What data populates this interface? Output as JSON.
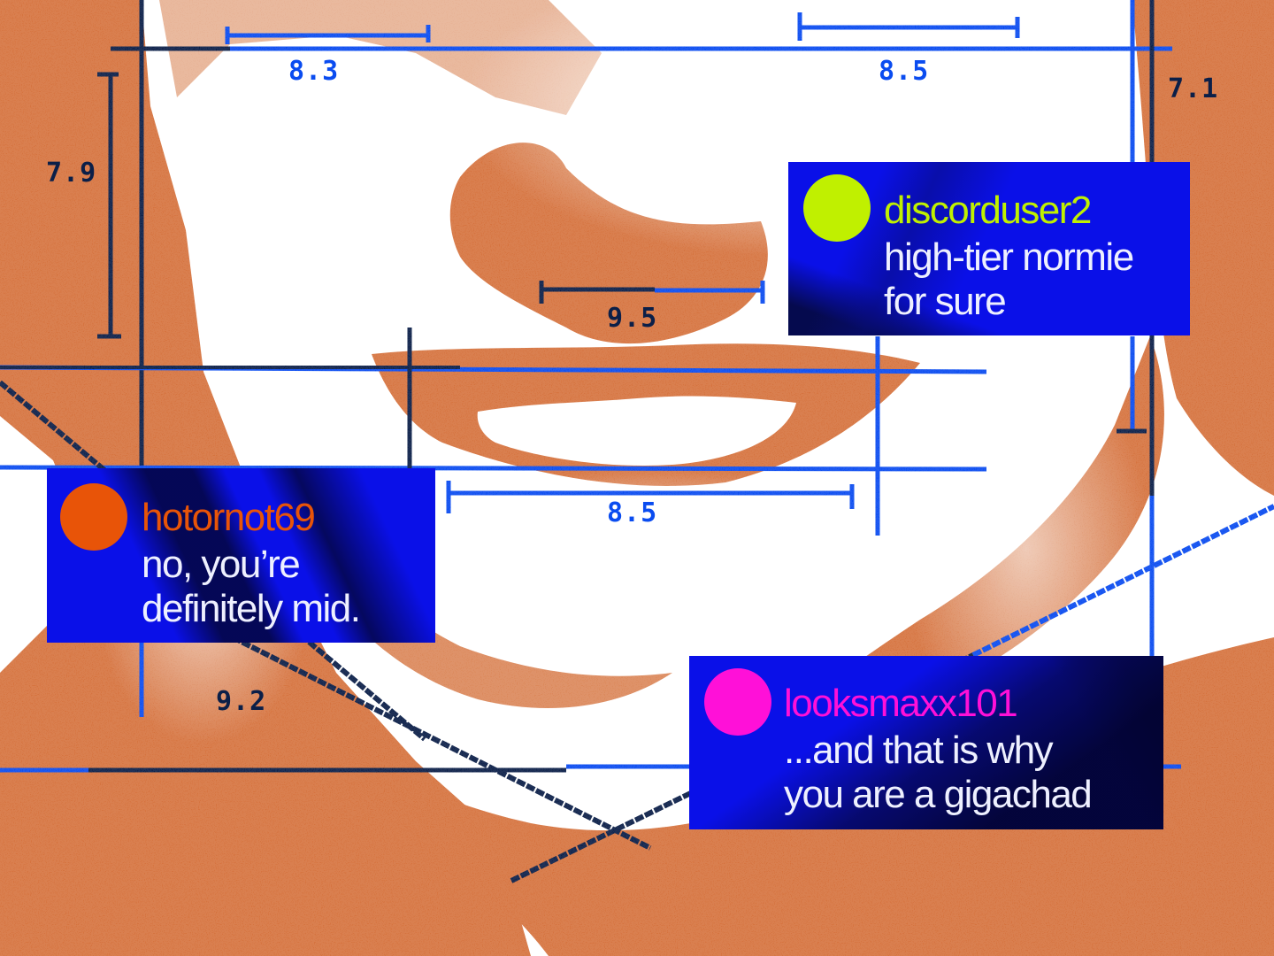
{
  "colors": {
    "skin": "#d67440",
    "background": "#ffffff",
    "line_blue": "#0a4cf0",
    "line_navy": "#0b1f48",
    "card_blue": "#0a10e8",
    "message_text": "#eef0ff"
  },
  "measurements": [
    {
      "id": "top-left-width",
      "value": "8.3",
      "color": "#0a4cf0"
    },
    {
      "id": "top-right-width",
      "value": "8.5",
      "color": "#0a4cf0"
    },
    {
      "id": "right-height",
      "value": "7.1",
      "color": "#0b1f48"
    },
    {
      "id": "left-height",
      "value": "7.9",
      "color": "#0b1f48"
    },
    {
      "id": "nose-width",
      "value": "9.5",
      "color": "#0b1f48"
    },
    {
      "id": "mouth-width",
      "value": "8.5",
      "color": "#0a4cf0"
    },
    {
      "id": "jaw-angle",
      "value": "9.2",
      "color": "#0b1f48"
    }
  ],
  "comments": [
    {
      "username": "discorduser2",
      "avatar_color": "#c0f000",
      "username_color": "#c0f000",
      "message": "high-tier normie\nfor sure"
    },
    {
      "username": "hotornot69",
      "avatar_color": "#e85408",
      "username_color": "#e85408",
      "message": "no, you’re\ndefinitely mid."
    },
    {
      "username": "looksmaxx101",
      "avatar_color": "#ff10d8",
      "username_color": "#ff10d8",
      "message": "...and that is why\nyou are a gigachad"
    }
  ]
}
